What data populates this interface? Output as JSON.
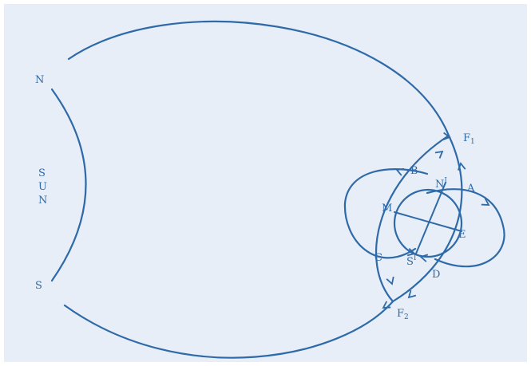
{
  "colors": {
    "background": "#e7eef7",
    "line": "#2f6aa8"
  },
  "labels": {
    "sun_n": "N",
    "sun_s": "S",
    "sun_letters": [
      "S",
      "U",
      "N"
    ],
    "F1_main": "F",
    "F1_sub": "1",
    "F2_main": "F",
    "F2_sub": "2",
    "A": "A",
    "B": "B",
    "C": "C",
    "D": "D",
    "E": "E",
    "M": "M",
    "N1_main": "N",
    "N1_sup": "I",
    "S1_main": "S",
    "S1_sup": "I"
  }
}
